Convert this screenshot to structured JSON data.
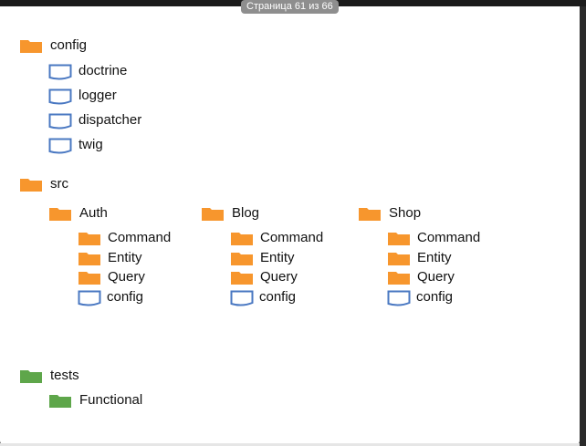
{
  "page_indicator": "Страница 61 из 66",
  "colors": {
    "folder_orange": "#f7962d",
    "folder_green": "#5ea64a",
    "file_blue": "#4a78c2"
  },
  "tree": {
    "config": {
      "label": "config",
      "icon": "folder-icon",
      "children": [
        "doctrine",
        "logger",
        "dispatcher",
        "twig"
      ]
    },
    "src": {
      "label": "src",
      "icon": "folder-icon",
      "modules": [
        {
          "label": "Auth",
          "children": [
            "Command",
            "Entity",
            "Query",
            "config"
          ]
        },
        {
          "label": "Blog",
          "children": [
            "Command",
            "Entity",
            "Query",
            "config"
          ]
        },
        {
          "label": "Shop",
          "children": [
            "Command",
            "Entity",
            "Query",
            "config"
          ]
        }
      ]
    },
    "tests": {
      "label": "tests",
      "icon": "folder-icon",
      "children": [
        "Functional"
      ]
    }
  }
}
